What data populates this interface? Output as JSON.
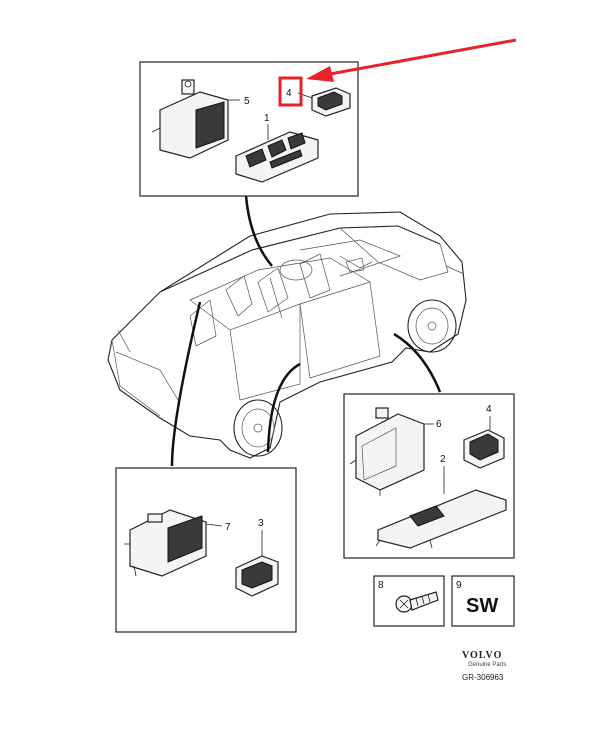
{
  "callouts": {
    "p1": "1",
    "p2": "2",
    "p3": "3",
    "p4_top": "4",
    "p4_right": "4",
    "p5": "5",
    "p6": "6",
    "p7": "7",
    "p8": "8",
    "p9": "9"
  },
  "part9_text": "SW",
  "brand": {
    "name": "VOLVO",
    "tagline": "Genuine Parts",
    "ref": "GR-306963"
  },
  "annotation_colors": {
    "highlight_box": "#e8222a",
    "arrow": "#e8222a"
  }
}
